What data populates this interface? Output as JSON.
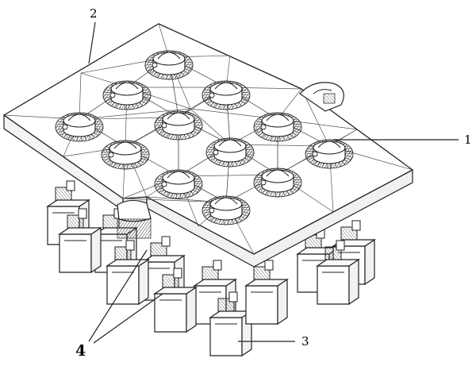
{
  "figure": {
    "labels": {
      "plate": "1",
      "frame": "2",
      "motor": "3",
      "link": "4"
    },
    "module_count": 12,
    "actuator_count": 12
  }
}
